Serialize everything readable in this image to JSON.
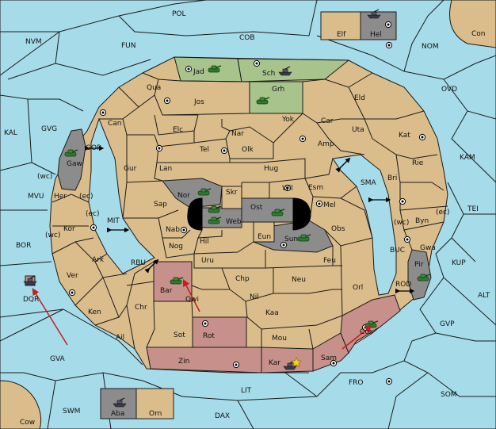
{
  "colors": {
    "sea": "#a6dce9",
    "land": "#dbbd8c",
    "imperial": "#c7908a",
    "green_home": "#a8c48c",
    "neutral_grey": "#8c8c8c",
    "order_arrow": "#c0201e",
    "army": "#2f7a2f",
    "fleet": "#3a3a4a",
    "star": "#f2d21a"
  },
  "icons": [
    "army-icon",
    "fleet-icon",
    "supply-center-icon",
    "star-icon",
    "order-arrow-icon",
    "passage-arrow-icon"
  ],
  "provinces": {
    "pol": "POL",
    "nvm": "NVM",
    "fun": "FUN",
    "cob": "COB",
    "nom": "NOM",
    "con": "Con",
    "elf": "Elf",
    "hel": "Hel",
    "ovd": "OVD",
    "kal": "KAL",
    "gvg": "GVG",
    "kam": "KAM",
    "tei": "TEI",
    "mvu": "MVU",
    "bor": "BOR",
    "kup": "KUP",
    "alt": "ALT",
    "gvp": "GVP",
    "gva": "GVA",
    "fro": "FRO",
    "som": "SOM",
    "lit": "LIT",
    "swm": "SWM",
    "dax": "DAX",
    "cow": "Cow",
    "aba": "Aba",
    "orn": "Orn",
    "dqr": "DQR",
    "jad": "Jad",
    "sch": "Sch",
    "grh": "Grh",
    "qua": "Qua",
    "jos": "Jos",
    "eld": "Eld",
    "can": "Can",
    "yok": "Yok",
    "car": "Car",
    "uta": "Uta",
    "elc": "Elc",
    "nar": "Nar",
    "tel": "Tel",
    "olk": "Olk",
    "amp": "Amp",
    "kat": "Kat",
    "gaw": "Gaw",
    "gor": "GOR",
    "gur": "Gur",
    "lan": "Lan",
    "hug": "Hug",
    "rie": "Rie",
    "bri": "Bri",
    "wil": "Wil",
    "esm": "Esm",
    "sma": "SMA",
    "nor": "Nor",
    "skr": "Skr",
    "ost": "Ost",
    "web": "Web",
    "her": "Her",
    "sap": "Sap",
    "mel": "Mel",
    "byn": "Byn",
    "kor": "Kor",
    "mit": "MIT",
    "nab": "Nab",
    "eun": "Eun",
    "sun": "Sun",
    "obs": "Obs",
    "gwa": "Gwa",
    "hil": "Hil",
    "nog": "Nog",
    "ark": "Ark",
    "rbu": "RBU",
    "uru": "Uru",
    "feu": "Feu",
    "buc": "BUC",
    "pir": "Pir",
    "ver": "Ver",
    "bar": "Bar",
    "chp": "Chp",
    "neu": "Neu",
    "orl": "Orl",
    "rod": "ROD",
    "qwi": "Qwi",
    "nil": "Nil",
    "ken": "Ken",
    "chr": "Chr",
    "kaa": "Kaa",
    "ail": "Ail",
    "sot": "Sot",
    "rot": "Rot",
    "mou": "Mou",
    "cos": "Cos",
    "zin": "Zin",
    "kar": "Kar",
    "sam": "Sam"
  },
  "coast_tags": {
    "wc": "(wc)",
    "ec": "(ec)"
  }
}
